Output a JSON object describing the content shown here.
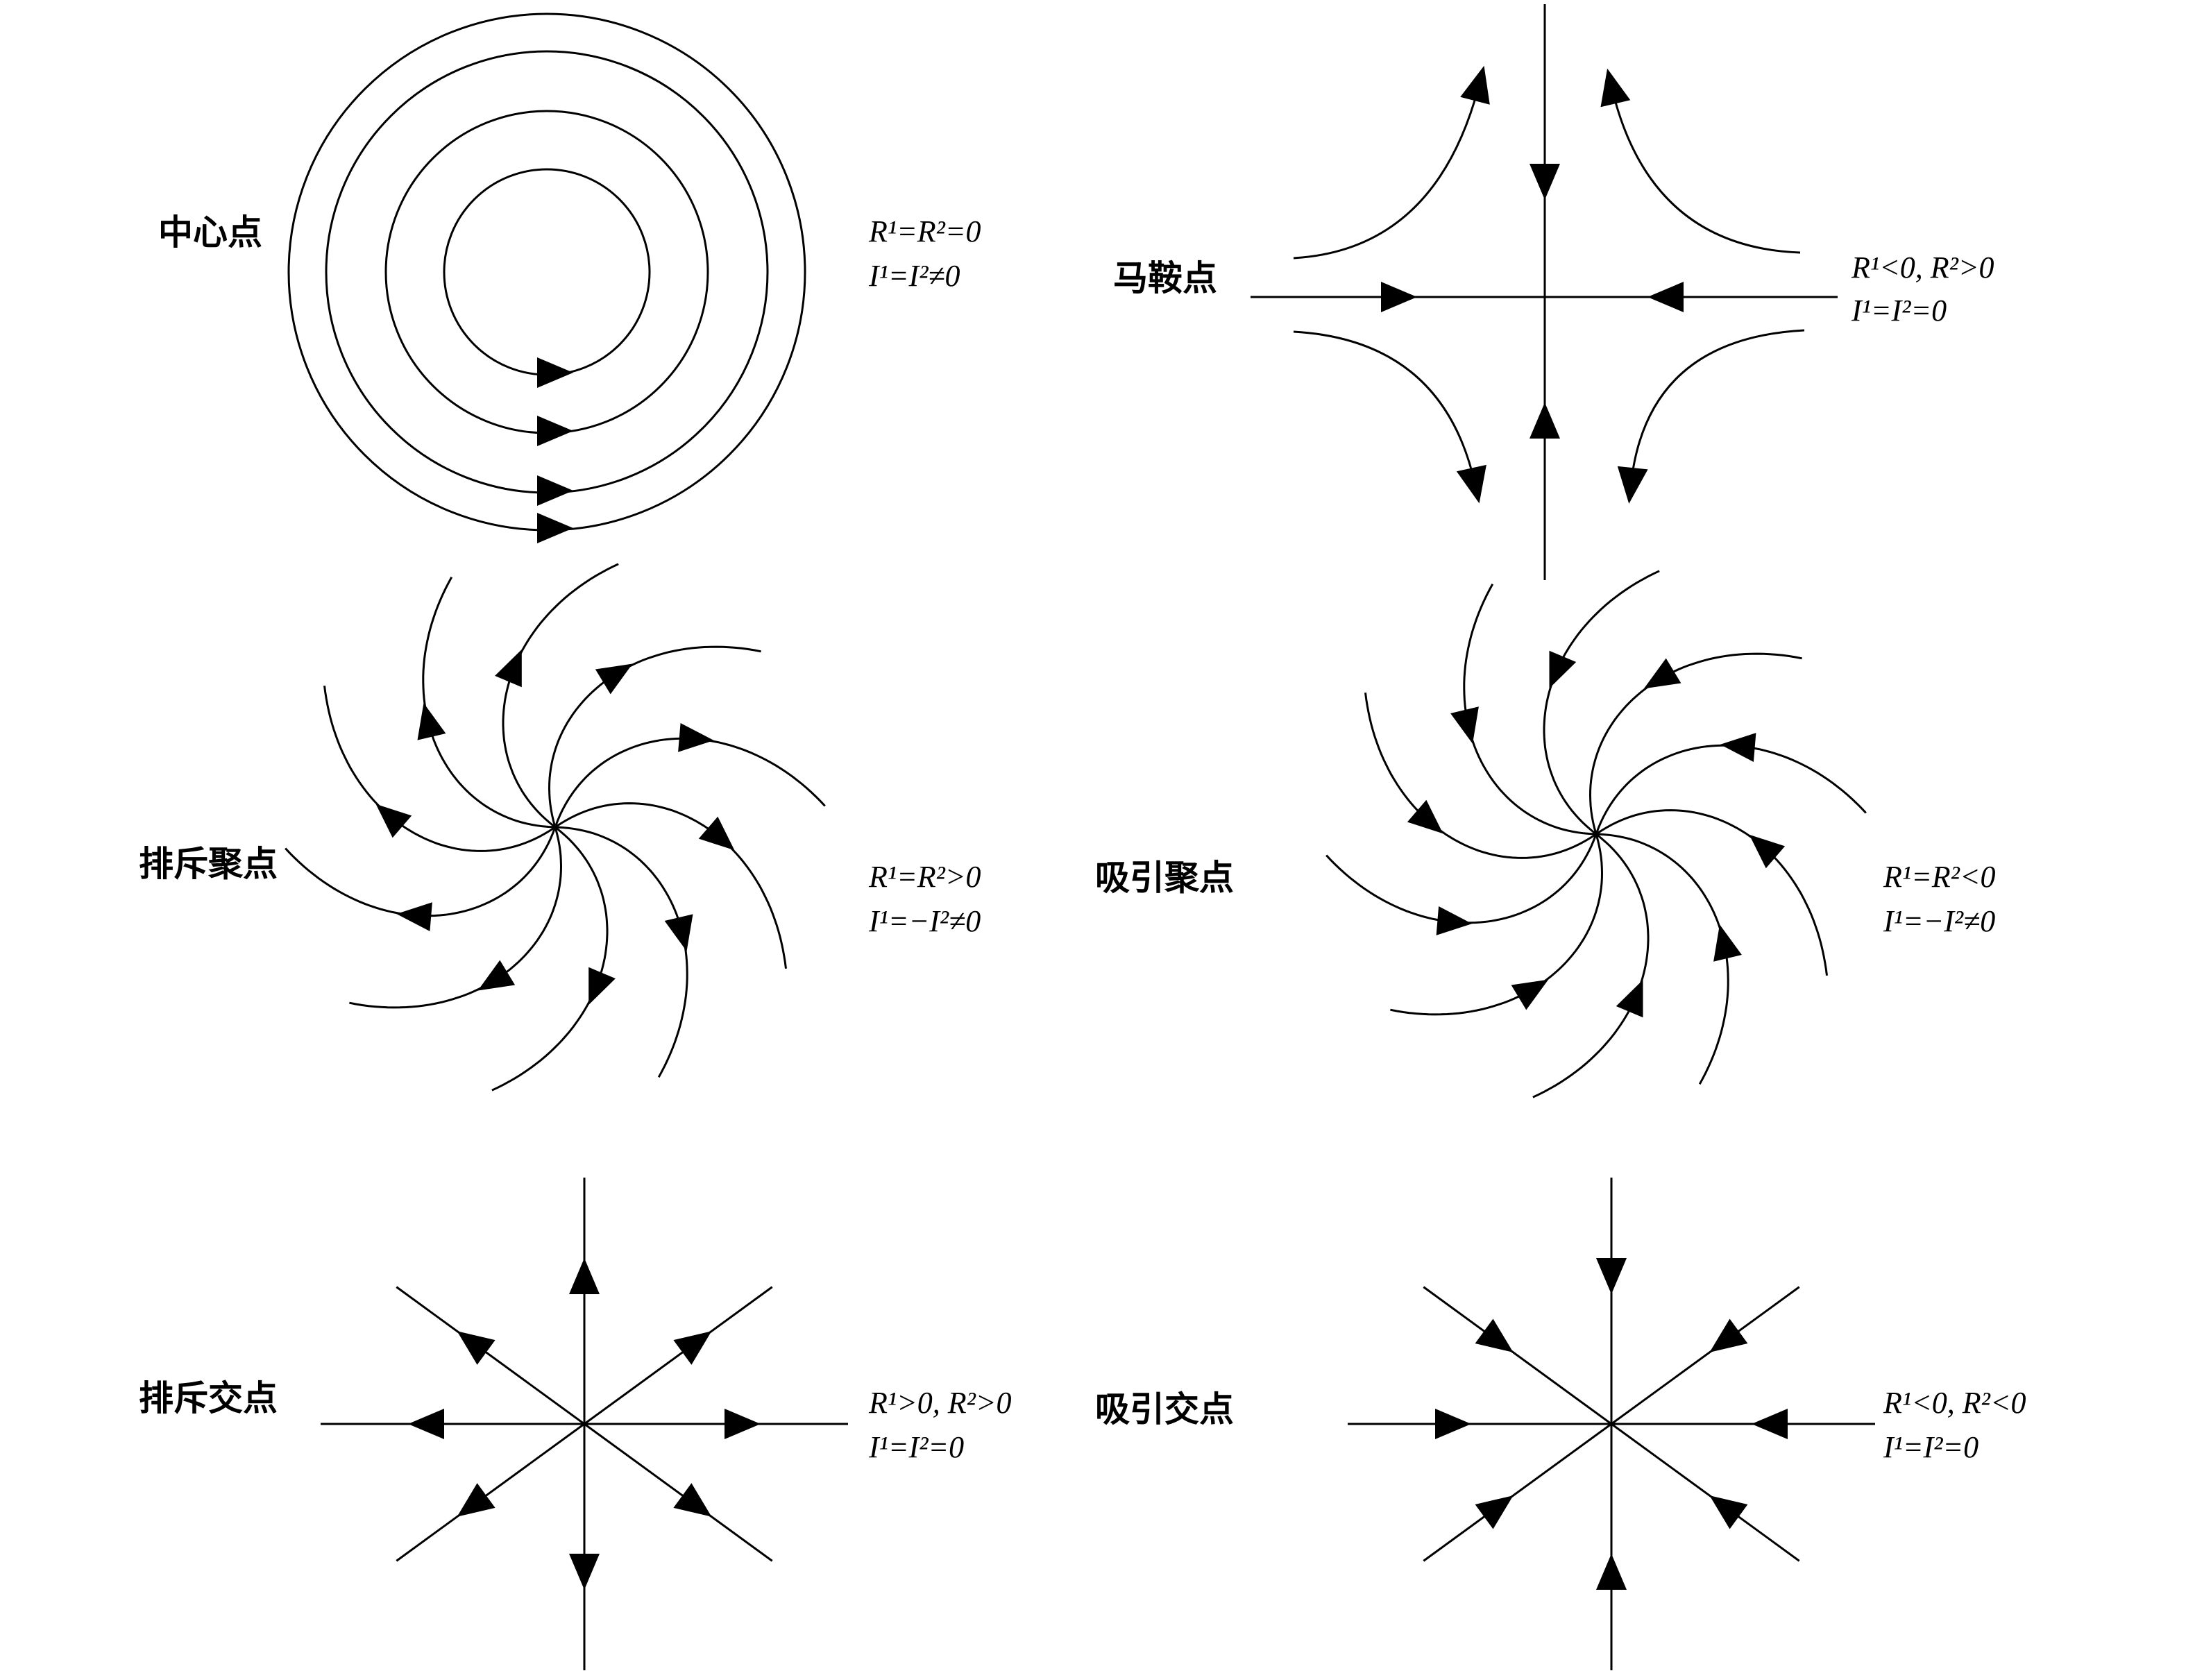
{
  "panels": {
    "center": {
      "name": "中心点",
      "cond1": "R¹=R²=0",
      "cond2": "I¹=I²≠0"
    },
    "saddle": {
      "name": "马鞍点",
      "cond1": "R¹<0, R²>0",
      "cond2": "I¹=I²=0"
    },
    "repelling_focus": {
      "name": "排斥聚点",
      "cond1": "R¹=R²>0",
      "cond2": "I¹=−I²≠0"
    },
    "attracting_focus": {
      "name": "吸引聚点",
      "cond1": "R¹=R²<0",
      "cond2": "I¹=−I²≠0"
    },
    "repelling_node": {
      "name": "排斥交点",
      "cond1": "R¹>0, R²>0",
      "cond2": "I¹=I²=0"
    },
    "attracting_node": {
      "name": "吸引交点",
      "cond1": "R¹<0, R²<0",
      "cond2": "I¹=I²=0"
    }
  },
  "colors": {
    "stroke": "#000000",
    "background": "#ffffff"
  }
}
